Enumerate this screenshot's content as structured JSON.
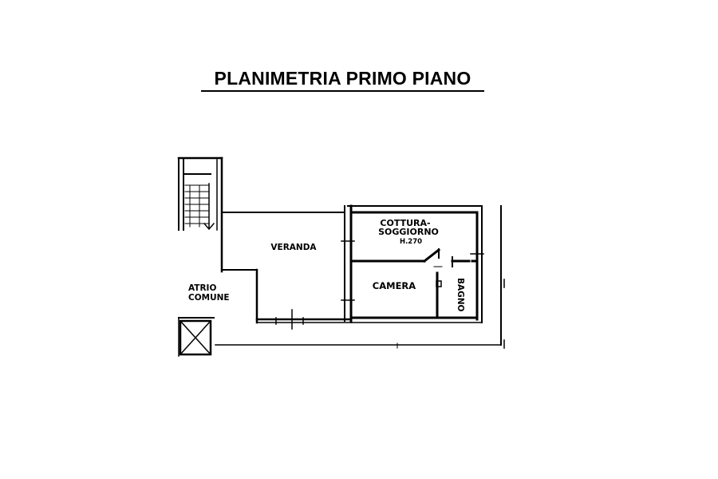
{
  "title": "PLANIMETRIA PRIMO PIANO",
  "rooms": {
    "veranda": "VERANDA",
    "cottura_line1": "COTTURA-",
    "cottura_line2": "SOGGIORNO",
    "height_note": "H.270",
    "camera": "CAMERA",
    "bagno": "BAGNO",
    "atrio_line1": "ATRIO",
    "atrio_line2": "COMUNE"
  },
  "colors": {
    "ink": "#000000",
    "paper": "#ffffff"
  }
}
